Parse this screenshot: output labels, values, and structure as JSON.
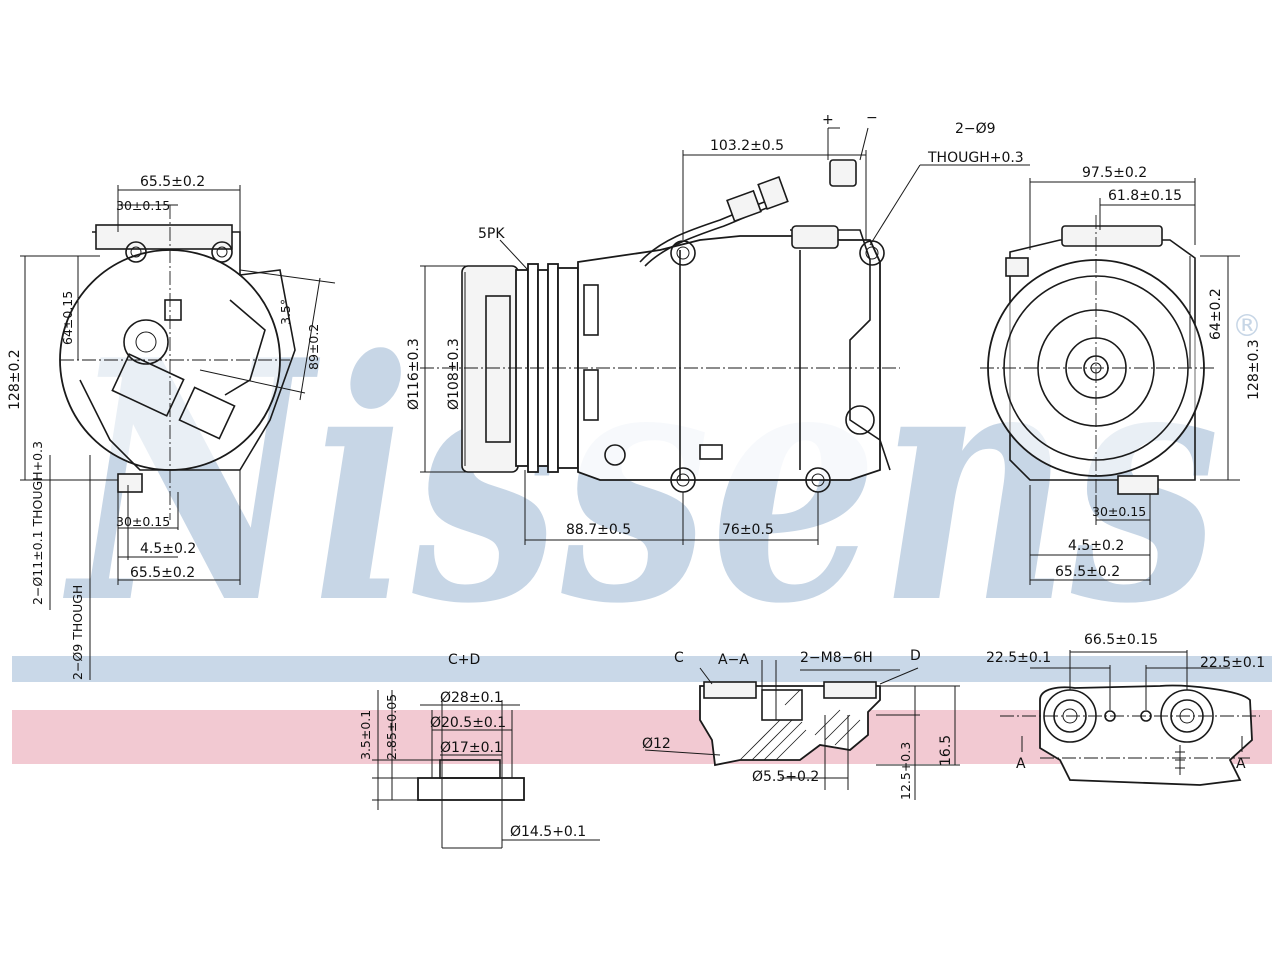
{
  "watermark": {
    "text": "Nissens",
    "registered": "®",
    "color": "#c7d6e6",
    "band_blue": "#c9d8e8",
    "band_pink": "#f2c9d2"
  },
  "labels": {
    "left_view": {
      "top_width": "65.5±0.2",
      "top_offset": "30±0.15",
      "height": "128±0.2",
      "height_half": "64±0.15",
      "radius_dim": "89±0.2",
      "angle": "3.5°",
      "bottom_offset": "30±0.15",
      "bottom_small": "4.5±0.2",
      "bottom_width": "65.5±0.2",
      "hole_note_1": "2−Ø11±0.1 THOUGH+0.3",
      "hole_note_2": "2−Ø9 THOUGH"
    },
    "side_view": {
      "connector_plus": "+",
      "connector_minus": "−",
      "top_length": "103.2±0.5",
      "hole_count": "2−Ø9",
      "hole_through": "THOUGH+0.3",
      "pulley": "5PK",
      "diam_outer": "Ø116±0.3",
      "diam_inner": "Ø108±0.3",
      "len_left": "88.7±0.5",
      "len_right": "76±0.5"
    },
    "right_view": {
      "top_width": "97.5±0.2",
      "top_inner": "61.8±0.15",
      "height_half": "64±0.2",
      "height": "128±0.3",
      "bottom_offset": "30±0.15",
      "bottom_small": "4.5±0.2",
      "bottom_width": "65.5±0.2"
    },
    "detail_cd": {
      "title": "C+D",
      "d1": "Ø28±0.1",
      "d2": "Ø20.5±0.1",
      "d3": "Ø17±0.1",
      "d4": "Ø14.5+0.1",
      "h1": "3.5±0.1",
      "h2": "2.85±0.05"
    },
    "section_aa": {
      "mark_c": "C",
      "title": "A−A",
      "thread": "2−M8−6H",
      "mark_d": "D",
      "diam": "Ø12",
      "hole": "Ø5.5+0.2",
      "depth": "12.5+0.3",
      "height": "16.5"
    },
    "manifold": {
      "left": "22.5±0.1",
      "center": "66.5±0.15",
      "right": "22.5±0.1",
      "arrow_left": "A",
      "arrow_right": "A"
    }
  }
}
